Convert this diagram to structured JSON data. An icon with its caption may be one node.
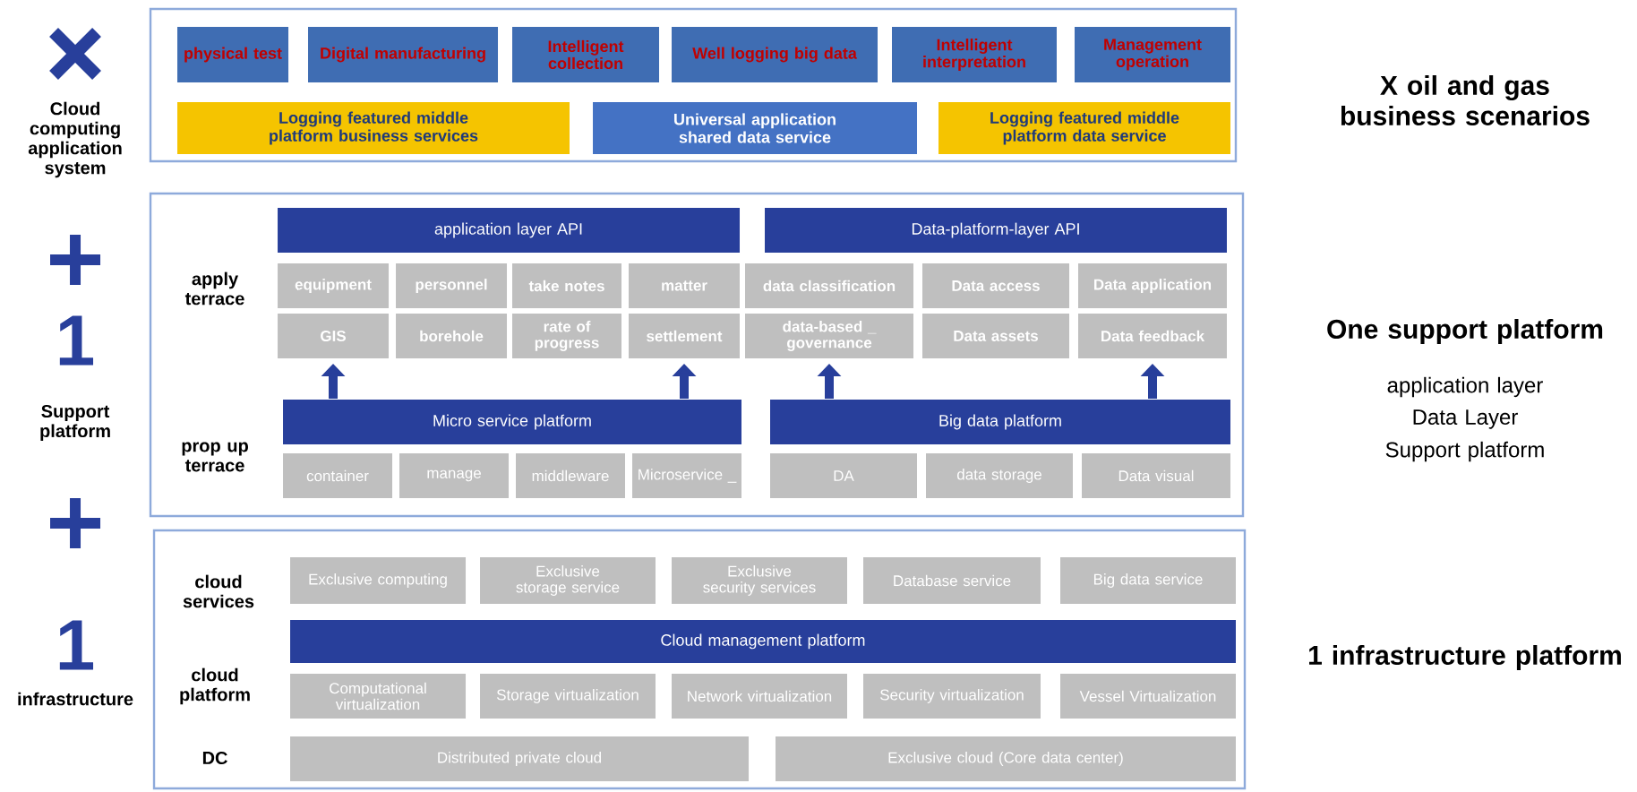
{
  "diagram": {
    "nodes": [
      {
        "text": [],
        "shape": "box"
      },
      {
        "text": [
          "physical test"
        ],
        "in": 0
      },
      {
        "text": [
          "Digital manufacturing"
        ],
        "in": 0
      },
      {
        "text": [
          "Intelligent collection"
        ],
        "in": 0
      },
      {
        "text": [
          "Well logging big data"
        ],
        "in": 0
      },
      {
        "text": [
          "Intelligent interpretation"
        ],
        "in": 0
      },
      {
        "text": [
          "Management operation"
        ],
        "in": 0
      },
      {
        "text": [
          "Logging featured middle platform business services"
        ],
        "in": 0
      },
      {
        "text": [
          "Universal application shared data service"
        ],
        "in": 0
      },
      {
        "text": [
          "Logging featured middle platform data service"
        ],
        "in": 0
      },
      {
        "text": [],
        "shape": "box"
      },
      {
        "text": [
          "application layer API"
        ],
        "in": 10
      },
      {
        "text": [
          "Data-platform-layer API"
        ],
        "in": 10
      },
      {
        "text": [
          "equipment"
        ],
        "in": 10
      },
      {
        "text": [
          "personnel"
        ],
        "in": 10
      },
      {
        "text": [
          "take notes"
        ],
        "in": 10
      },
      {
        "text": [
          "matter"
        ],
        "in": 10
      },
      {
        "text": [
          "data classification"
        ],
        "in": 10
      },
      {
        "text": [
          "Data access"
        ],
        "in": 10
      },
      {
        "text": [
          "Data application"
        ],
        "in": 10
      },
      {
        "text": [
          "GIS"
        ],
        "in": 10
      },
      {
        "text": [
          "borehole"
        ],
        "in": 10
      },
      {
        "text": [
          "rate of progress"
        ],
        "in": 10
      },
      {
        "text": [
          "settlement"
        ],
        "in": 10
      },
      {
        "text": [
          "data-based _ governance"
        ],
        "in": 10
      },
      {
        "text": [
          "Data assets"
        ],
        "in": 10
      },
      {
        "text": [
          "Data feedback"
        ],
        "in": 10
      },
      {
        "text": [
          "Micro service platform"
        ],
        "in": 10
      },
      {
        "text": [
          "Big data platform"
        ],
        "in": 10
      },
      {
        "text": [
          "container"
        ],
        "in": 10
      },
      {
        "text": [
          "manage"
        ],
        "in": 10
      },
      {
        "text": [
          "middleware"
        ],
        "in": 10
      },
      {
        "text": [
          "Microservice _"
        ],
        "in": 10
      },
      {
        "text": [
          "DA"
        ],
        "in": 10
      },
      {
        "text": [
          "data storage"
        ],
        "in": 10
      },
      {
        "text": [
          "Data visual"
        ],
        "in": 10
      },
      {
        "text": [],
        "shape": "box"
      },
      {
        "text": [
          "Exclusive computing"
        ],
        "in": 36
      },
      {
        "text": [
          "Exclusive storage service"
        ],
        "in": 36
      },
      {
        "text": [
          "Exclusive security services"
        ],
        "in": 36
      },
      {
        "text": [
          "Database service"
        ],
        "in": 36
      },
      {
        "text": [
          "Big data service"
        ],
        "in": 36
      },
      {
        "text": [
          "Cloud management platform"
        ],
        "in": 36
      },
      {
        "text": [
          "Computational virtualization"
        ],
        "in": 36
      },
      {
        "text": [
          "Storage virtualization"
        ],
        "in": 36
      },
      {
        "text": [
          "Network virtualization"
        ],
        "in": 36
      },
      {
        "text": [
          "Security virtualization"
        ],
        "in": 36
      },
      {
        "text": [
          "Vessel Virtualization"
        ],
        "in": 36
      },
      {
        "text": [
          "Distributed private cloud"
        ],
        "in": 36
      },
      {
        "text": [
          "Exclusive cloud (Core data center)"
        ],
        "in": 36
      }
    ],
    "edges": [
      {
        "from": 27,
        "to": 20,
        "arrow": "to"
      },
      {
        "from": 27,
        "to": 23,
        "arrow": "to"
      },
      {
        "from": 28,
        "to": 24,
        "arrow": "to"
      },
      {
        "from": 28,
        "to": 26,
        "arrow": "to"
      }
    ],
    "labels": [
      "Cloud computing application system",
      "1",
      "Support platform",
      "1",
      "infrastructure",
      "apply terrace",
      "prop up terrace",
      "cloud services",
      "cloud platform",
      "DC",
      "X oil and gas business scenarios",
      "One support platform",
      "application layer",
      "Data Layer",
      "Support platform",
      "1 infrastructure platform"
    ]
  }
}
